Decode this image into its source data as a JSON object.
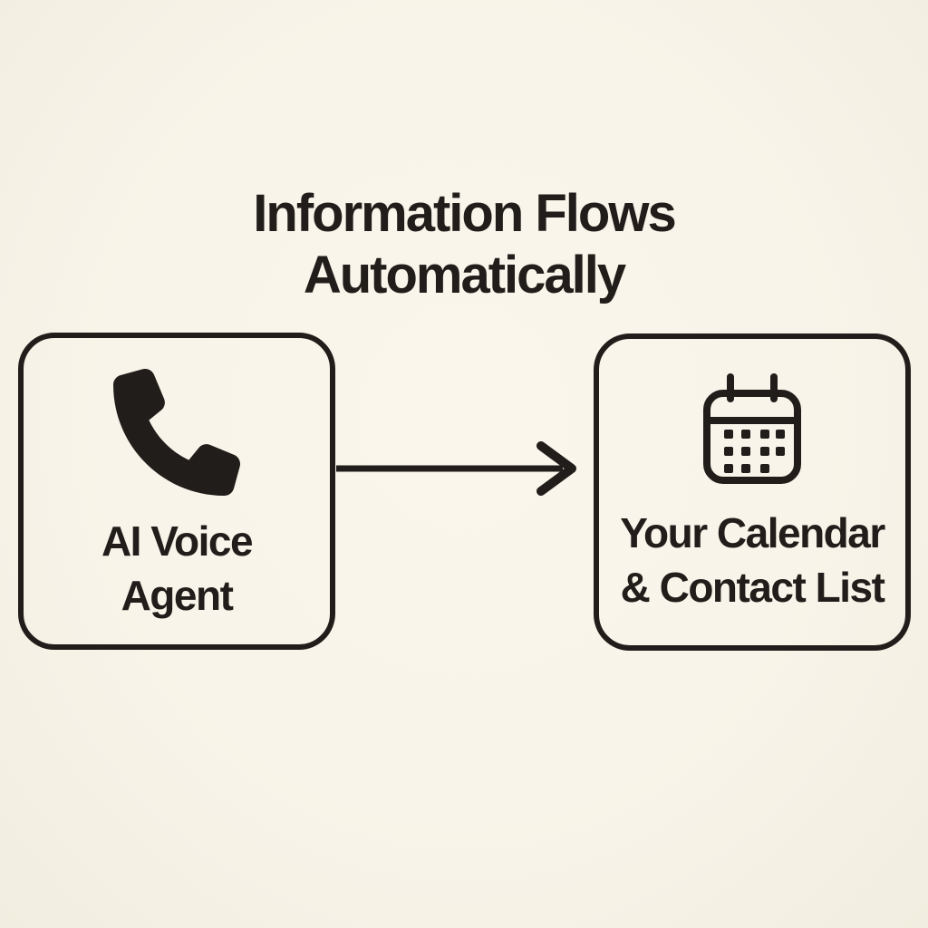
{
  "colors": {
    "background": "#f8f4e9",
    "ink": "#211d1a"
  },
  "title": {
    "line1": "Information Flows",
    "line2": "Automatically"
  },
  "nodes": [
    {
      "icon": "phone-icon",
      "label_line1": "AI Voice",
      "label_line2": "Agent"
    },
    {
      "icon": "calendar-icon",
      "label_line1": "Your Calendar",
      "label_line2": "& Contact List"
    }
  ],
  "connector": {
    "icon": "arrow-right-icon",
    "from": "AI Voice Agent",
    "to": "Your Calendar & Contact List"
  }
}
